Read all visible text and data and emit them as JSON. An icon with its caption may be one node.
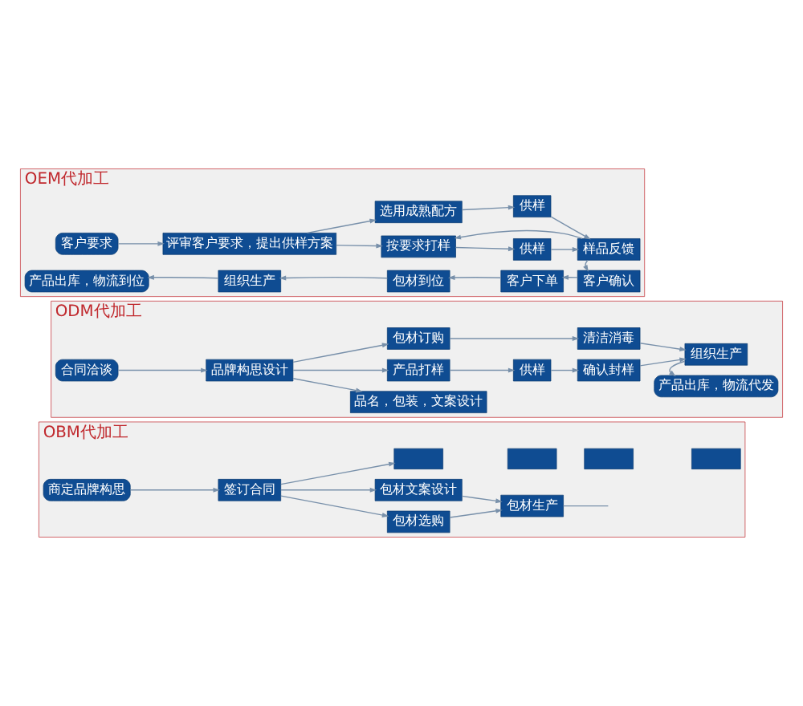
{
  "diagram": {
    "nodes": [
      {
        "text": [
          "OEM代加工"
        ]
      },
      {
        "text": [
          "客户要求"
        ],
        "in": 0
      },
      {
        "text": [
          "评审客户要求，提出供样方案"
        ],
        "in": 0
      },
      {
        "text": [
          "按要求打样"
        ],
        "in": 0
      },
      {
        "text": [
          "供样"
        ],
        "in": 0
      },
      {
        "text": [
          "选用成熟配方"
        ],
        "in": 0
      },
      {
        "text": [
          "供样"
        ],
        "in": 0
      },
      {
        "text": [
          "样品反馈"
        ],
        "in": 0
      },
      {
        "text": [
          "客户确认"
        ],
        "in": 0
      },
      {
        "text": [
          "客户下单"
        ],
        "in": 0
      },
      {
        "text": [
          "包材到位"
        ],
        "in": 0
      },
      {
        "text": [
          "组织生产"
        ],
        "in": 0
      },
      {
        "text": [
          "产品出库，物流到位"
        ],
        "in": 0
      },
      {
        "text": [
          "ODM代加工"
        ]
      },
      {
        "text": [
          "合同洽谈"
        ],
        "in": 13
      },
      {
        "text": [
          "品牌构思设计"
        ],
        "in": 13
      },
      {
        "text": [
          "品名，包装，文案设计"
        ],
        "in": 13
      },
      {
        "text": [
          "产品打样"
        ],
        "in": 13
      },
      {
        "text": [
          "供样"
        ],
        "in": 13
      },
      {
        "text": [
          "确认封样"
        ],
        "in": 13
      },
      {
        "text": [
          "包材订购"
        ],
        "in": 13
      },
      {
        "text": [
          "清洁消毒"
        ],
        "in": 13
      },
      {
        "text": [
          "组织生产"
        ],
        "in": 13
      },
      {
        "text": [
          "产品出库，物流代发"
        ],
        "in": 13
      },
      {
        "text": [
          "OBM代加工"
        ]
      },
      {
        "text": [
          "商定品牌构思"
        ],
        "in": 24
      },
      {
        "text": [
          "签订合同"
        ],
        "in": 24
      },
      {
        "text": [
          "包材选购"
        ],
        "in": 24
      },
      {
        "text": [
          "包材文案设计"
        ],
        "in": 24
      },
      {
        "text": [
          "包材生产"
        ],
        "in": 24
      },
      {
        "text": [],
        "shape": "box",
        "in": 24
      },
      {
        "text": [],
        "shape": "box",
        "in": 24
      },
      {
        "text": [],
        "shape": "box",
        "in": 24
      },
      {
        "text": [],
        "shape": "box",
        "in": 24
      }
    ],
    "edges": [
      {
        "from": 1,
        "to": 2,
        "arrow": "to"
      },
      {
        "from": 2,
        "to": 3,
        "arrow": "to"
      },
      {
        "from": 2,
        "to": 5,
        "arrow": "to"
      },
      {
        "from": 3,
        "to": 4,
        "arrow": "to"
      },
      {
        "from": 5,
        "to": 6,
        "arrow": "to"
      },
      {
        "from": 4,
        "to": 7,
        "arrow": "to"
      },
      {
        "from": 6,
        "to": 7,
        "arrow": "to"
      },
      {
        "from": 7,
        "to": 3,
        "arrow": "to"
      },
      {
        "from": 7,
        "to": 8,
        "arrow": "to"
      },
      {
        "from": 8,
        "to": 9,
        "arrow": "to"
      },
      {
        "from": 9,
        "to": 10,
        "arrow": "to"
      },
      {
        "from": 10,
        "to": 11,
        "arrow": "to"
      },
      {
        "from": 11,
        "to": 12,
        "arrow": "to"
      },
      {
        "from": 14,
        "to": 15,
        "arrow": "to"
      },
      {
        "from": 15,
        "to": 16,
        "arrow": "to"
      },
      {
        "from": 15,
        "to": 17,
        "arrow": "to"
      },
      {
        "from": 15,
        "to": 20,
        "arrow": "to"
      },
      {
        "from": 17,
        "to": 18,
        "arrow": "to"
      },
      {
        "from": 18,
        "to": 19,
        "arrow": "to"
      },
      {
        "from": 19,
        "to": 22,
        "arrow": "to"
      },
      {
        "from": 20,
        "to": 21,
        "arrow": "to"
      },
      {
        "from": 21,
        "to": 22,
        "arrow": "to"
      },
      {
        "from": 22,
        "to": 23,
        "arrow": "to"
      },
      {
        "from": 25,
        "to": 26,
        "arrow": "to"
      },
      {
        "from": 26,
        "to": 27,
        "arrow": "to"
      },
      {
        "from": 26,
        "to": 28,
        "arrow": "to"
      },
      {
        "from": 26,
        "to": 30,
        "arrow": "to"
      },
      {
        "from": 27,
        "to": 29,
        "arrow": "to"
      },
      {
        "from": 28,
        "to": 29,
        "arrow": "to"
      },
      {
        "from": 29,
        "to": null,
        "arrow": "none"
      }
    ]
  }
}
